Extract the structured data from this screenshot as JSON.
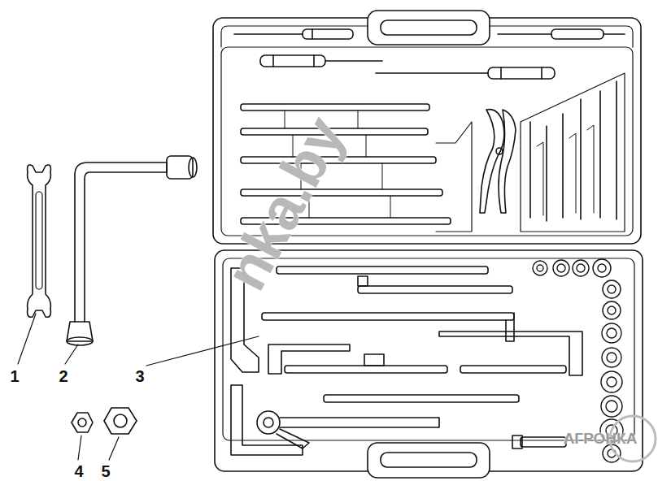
{
  "diagram": {
    "labels": [
      "1",
      "2",
      "3",
      "4",
      "5",
      "nka.by",
      "АГРОНКА"
    ]
  }
}
